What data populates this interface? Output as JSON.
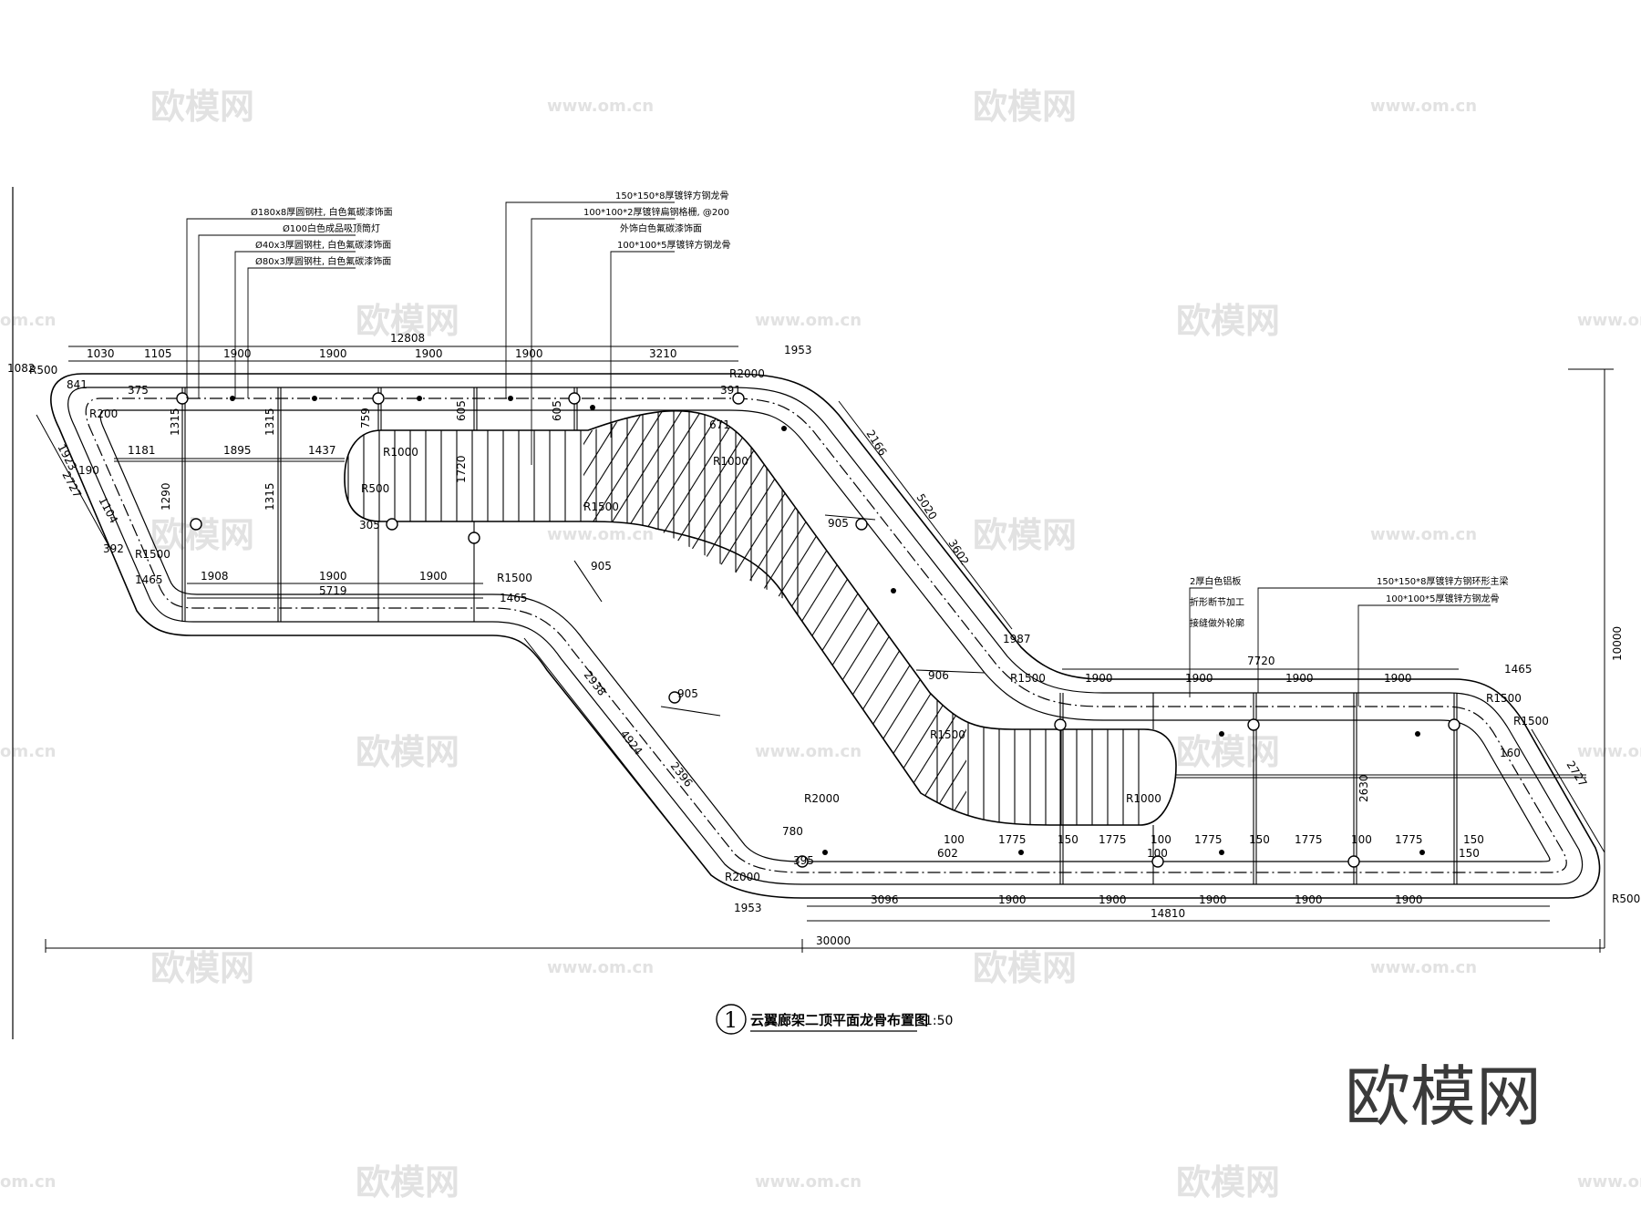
{
  "watermarks": {
    "logo": "欧模网",
    "url": "www.om.cn",
    "url_short": "om.cn"
  },
  "brand": "欧模网",
  "title": {
    "number": "1",
    "name": "云翼廊架二顶平面龙骨布置图",
    "scale": "1:50"
  },
  "callouts": {
    "left": [
      "Ø180x8厚圆钢柱, 白色氟碳漆饰面",
      "Ø100白色成品吸顶筒灯",
      "Ø40x3厚圆钢柱, 白色氟碳漆饰面",
      "Ø80x3厚圆钢柱, 白色氟碳漆饰面"
    ],
    "top": [
      "150*150*8厚镀锌方钢龙骨",
      "100*100*2厚镀锌扁钢格栅, @200",
      "外饰白色氟碳漆饰面",
      "100*100*5厚镀锌方钢龙骨"
    ],
    "mid_left": [
      "2厚白色铝板",
      "折形断节加工",
      "接缝做外轮廓"
    ],
    "mid_right": [
      "150*150*8厚镀锌方钢环形主梁",
      "100*100*5厚镀锌方钢龙骨"
    ]
  },
  "dimensions": {
    "top_overall": "12808",
    "top_chain": [
      "1030",
      "1105",
      "1900",
      "1900",
      "1900",
      "1900",
      "3210"
    ],
    "bottom_left_chain": [
      "1908",
      "1900",
      "1900"
    ],
    "bottom_left_total": "5719",
    "right_top_total": "7720",
    "right_top_chain": [
      "1900",
      "1900",
      "1900",
      "1900"
    ],
    "right_bottom_chain": [
      "3096",
      "1900",
      "1900",
      "1900",
      "1900",
      "1900"
    ],
    "right_bottom_total": "14810",
    "overall_width": "30000",
    "overall_height": "10000",
    "inner_chain": [
      "1775",
      "1775",
      "1775",
      "1775",
      "1775"
    ],
    "inner_gap": [
      "100",
      "150",
      "100",
      "150",
      "100",
      "150"
    ],
    "left_top_inner": [
      "1181",
      "1895",
      "1437"
    ],
    "verticals": [
      "1315",
      "1315",
      "1290",
      "1315",
      "759",
      "1720",
      "605",
      "605",
      "2630"
    ],
    "diagonal_left": [
      "1923",
      "2727",
      "1104",
      "2938",
      "4924",
      "2396",
      "905",
      "905"
    ],
    "diagonal_right": [
      "2166",
      "5020",
      "3602",
      "905",
      "906",
      "2727"
    ],
    "arcs": [
      "1082",
      "1953",
      "1465",
      "1987",
      "1465",
      "1953",
      "1465",
      "R500",
      "R200",
      "R2000",
      "R1500",
      "R1500",
      "R1000",
      "R500",
      "R1500",
      "R1500",
      "R2000",
      "R1500",
      "R500",
      "R1000",
      "R1500",
      "R2000",
      "R1000",
      "R1500"
    ],
    "small": [
      "375",
      "841",
      "160",
      "190",
      "392",
      "305",
      "671",
      "391",
      "602",
      "780",
      "395",
      "100",
      "150"
    ]
  }
}
